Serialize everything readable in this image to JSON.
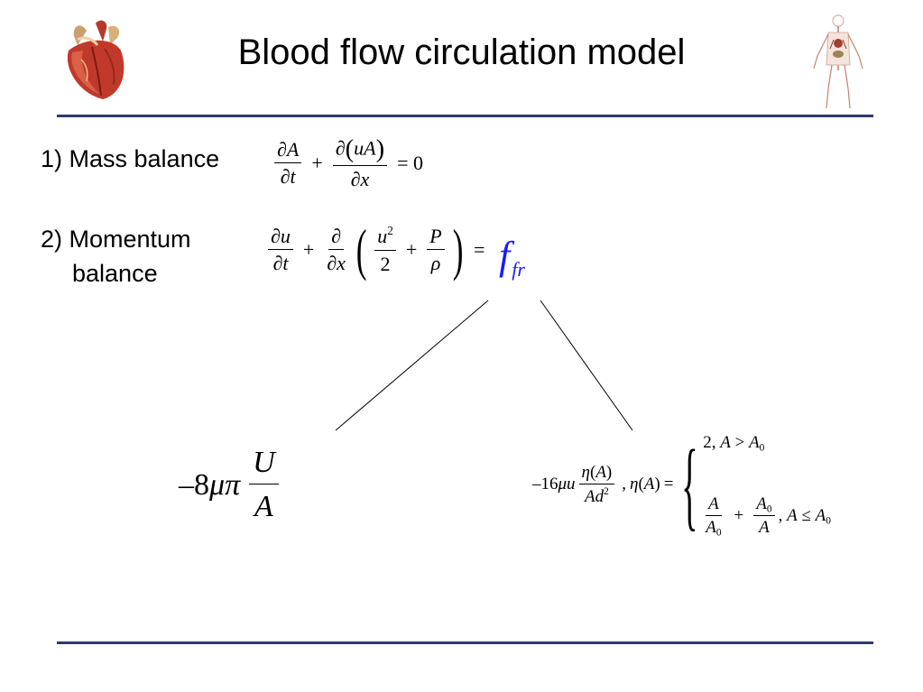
{
  "slide": {
    "title": "Blood flow circulation model"
  },
  "items": {
    "mass_label": "1) Mass balance",
    "momentum_label_line1": "2) Momentum",
    "momentum_label_line2": "balance"
  },
  "equations": {
    "ffr_main": "f",
    "ffr_sub": "fr"
  },
  "colors": {
    "title_rule": "#2e3a6e",
    "ffr_blue": "#1a1aff"
  },
  "icons": {
    "left": "heart-icon",
    "right": "human-circulatory-system-icon"
  }
}
